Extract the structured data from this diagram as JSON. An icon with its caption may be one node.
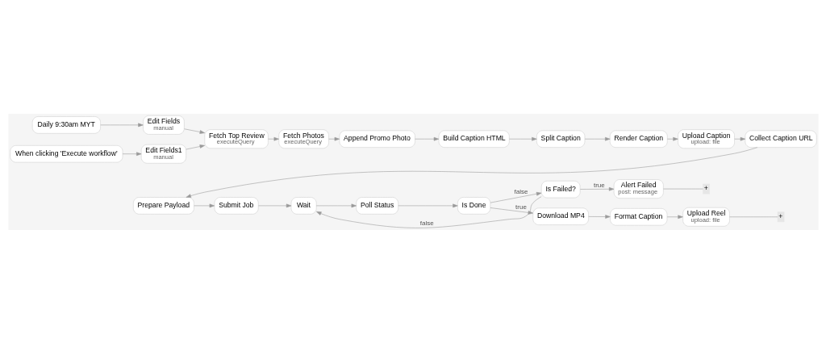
{
  "diagram": {
    "nodes": [
      {
        "text": [
          "Daily 9:30am MYT"
        ]
      },
      {
        "text": [
          "Edit Fields",
          "manual"
        ]
      },
      {
        "text": [
          "When clicking 'Execute workflow'"
        ]
      },
      {
        "text": [
          "Edit Fields1",
          "manual"
        ]
      },
      {
        "text": [
          "Fetch Top Review",
          "executeQuery"
        ]
      },
      {
        "text": [
          "Fetch Photos",
          "executeQuery"
        ]
      },
      {
        "text": [
          "Append Promo Photo"
        ]
      },
      {
        "text": [
          "Build Caption HTML"
        ]
      },
      {
        "text": [
          "Split Caption"
        ]
      },
      {
        "text": [
          "Render Caption"
        ]
      },
      {
        "text": [
          "Upload Caption",
          "upload: file"
        ]
      },
      {
        "text": [
          "Collect Caption URL"
        ]
      },
      {
        "text": [
          "Prepare Payload"
        ]
      },
      {
        "text": [
          "Submit Job"
        ]
      },
      {
        "text": [
          "Wait"
        ]
      },
      {
        "text": [
          "Poll Status"
        ]
      },
      {
        "text": [
          "Is Done"
        ]
      },
      {
        "text": [
          "Download MP4"
        ]
      },
      {
        "text": [
          "Format Caption"
        ]
      },
      {
        "text": [
          "Upload Reel",
          "upload: file"
        ]
      },
      {
        "text": [
          "Is Failed?"
        ]
      },
      {
        "text": [
          "Alert Failed",
          "post: message"
        ]
      },
      {
        "text": [
          "+"
        ]
      },
      {
        "text": [
          "+"
        ]
      }
    ],
    "edges": [
      {
        "from": 0,
        "to": 1,
        "arrow": "to"
      },
      {
        "from": 2,
        "to": 3,
        "arrow": "to"
      },
      {
        "from": 1,
        "to": 4,
        "arrow": "to"
      },
      {
        "from": 3,
        "to": 4,
        "arrow": "to"
      },
      {
        "from": 4,
        "to": 5,
        "arrow": "to"
      },
      {
        "from": 5,
        "to": 6,
        "arrow": "to"
      },
      {
        "from": 6,
        "to": 7,
        "arrow": "to"
      },
      {
        "from": 7,
        "to": 8,
        "arrow": "to"
      },
      {
        "from": 8,
        "to": 9,
        "arrow": "to"
      },
      {
        "from": 9,
        "to": 10,
        "arrow": "to"
      },
      {
        "from": 10,
        "to": 11,
        "arrow": "to"
      },
      {
        "from": 11,
        "to": 12,
        "arrow": "to"
      },
      {
        "from": 12,
        "to": 13,
        "arrow": "to"
      },
      {
        "from": 13,
        "to": 14,
        "arrow": "to"
      },
      {
        "from": 14,
        "to": 15,
        "arrow": "to"
      },
      {
        "from": 15,
        "to": 16,
        "arrow": "to"
      },
      {
        "from": 16,
        "to": 17,
        "arrow": "to",
        "label": "true"
      },
      {
        "from": 17,
        "to": 18,
        "arrow": "to"
      },
      {
        "from": 18,
        "to": 19,
        "arrow": "to"
      },
      {
        "from": 19,
        "to": 22,
        "arrow": "none"
      },
      {
        "from": 16,
        "to": 20,
        "arrow": "to",
        "label": "false"
      },
      {
        "from": 20,
        "to": 21,
        "arrow": "to",
        "label": "true"
      },
      {
        "from": 21,
        "to": 23,
        "arrow": "none"
      },
      {
        "from": 20,
        "to": 14,
        "arrow": "to",
        "label": "false"
      }
    ]
  }
}
